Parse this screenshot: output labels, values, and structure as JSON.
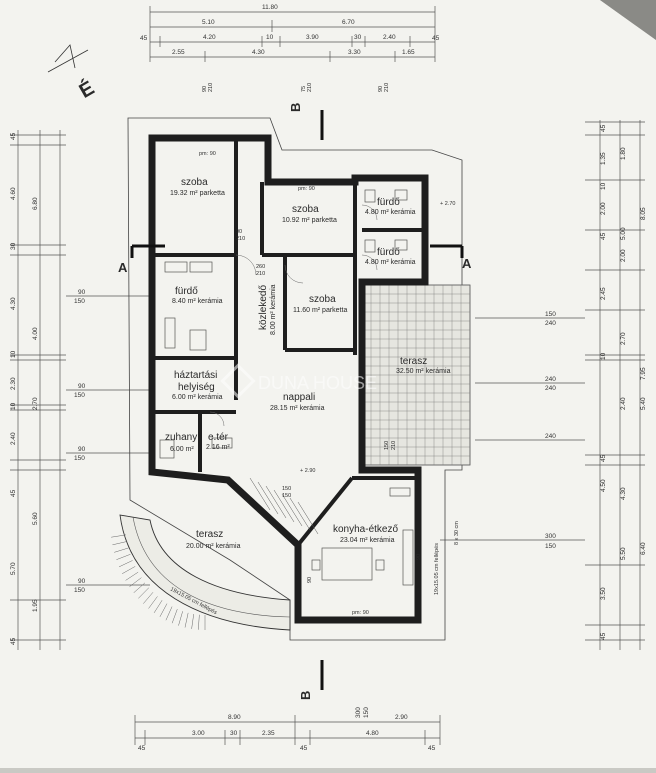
{
  "rooms": {
    "szoba1": {
      "name": "szoba",
      "area": "19.32 m² parketta",
      "pm": "pm: 90"
    },
    "szoba2": {
      "name": "szoba",
      "area": "10.92 m² parketta",
      "pm": "pm: 90"
    },
    "szoba3": {
      "name": "szoba",
      "area": "11.60 m² parketta"
    },
    "furdo1": {
      "name": "fürdő",
      "area": "4.80 m² kerámia"
    },
    "furdo2": {
      "name": "fürdő",
      "area": "4.80 m² kerámia"
    },
    "furdo3": {
      "name": "fürdő",
      "area": "8.40 m² kerámia"
    },
    "kozlekedo": {
      "name": "közlekedő",
      "area": "8.00 m² kerámia"
    },
    "haztartasi": {
      "name1": "háztartási",
      "name2": "helyiség",
      "area": "6.00 m² kerámia"
    },
    "nappali": {
      "name": "nappali",
      "area": "28.15 m² kerámia"
    },
    "terasz_right": {
      "name": "terasz",
      "area": "32.50 m² kerámia"
    },
    "zuhany": {
      "name": "zuhany",
      "area": "6.00 m²"
    },
    "eter": {
      "name": "e.tér",
      "area": "2.16 m²"
    },
    "konyha": {
      "name": "konyha-étkező",
      "area": "23.04 m² kerámia",
      "pm": "pm: 90"
    },
    "terasz_bottom": {
      "name": "terasz",
      "area": "20.00 m² kerámia"
    }
  },
  "labels": {
    "section_a_left": "A",
    "section_a_right": "A",
    "section_b_top": "B",
    "section_b_bottom": "B",
    "north": "É",
    "level1": "+ 2.70",
    "level2": "+ 2.90",
    "stairs1": "19x15.05 cm fellépés",
    "stairs2": "19x15.05 cm fellépés",
    "stairs3": "8 x 30 cm",
    "watermark": "DUNA HOUSE"
  },
  "dims_top": {
    "overall": "11.80",
    "row2": [
      "5.10",
      "6.70"
    ],
    "row3": [
      "45",
      "4.20",
      "10",
      "3.90",
      "30",
      "2.40",
      "45"
    ],
    "row4": [
      "2.55",
      "4.30",
      "3.30",
      "1.65"
    ]
  },
  "dims_bottom": {
    "row1": [
      "8.90",
      "300",
      "150",
      "2.90"
    ],
    "row2": [
      "45",
      "3.00",
      "30",
      "2.35",
      "45",
      "4.80",
      "45"
    ]
  },
  "dims_left": [
    "45",
    "4.60",
    "6.80",
    "30",
    "4.30",
    "4.00",
    "10",
    "2.30",
    "2.70",
    "10",
    "2.40",
    "45",
    "5.60",
    "5.70",
    "1.95",
    "45"
  ],
  "dims_right": [
    "45",
    "1.35",
    "1.80",
    "8.05",
    "10",
    "2.00",
    "5.00",
    "45",
    "2.00",
    "2.45",
    "2.70",
    "10",
    "7.95",
    "2.40",
    "5.40",
    "45",
    "4.50",
    "4.30",
    "5.50",
    "6.40",
    "3.50",
    "45"
  ],
  "openings_left": [
    [
      "90",
      "150"
    ],
    [
      "90",
      "150"
    ],
    [
      "90",
      "150"
    ],
    [
      "90",
      "150"
    ]
  ],
  "openings_right": [
    [
      "150",
      "240"
    ],
    [
      "240"
    ],
    [
      "240"
    ],
    [
      "240"
    ],
    [
      "300",
      "150"
    ]
  ],
  "small_marks": [
    "90",
    "210",
    "75",
    "210",
    "90",
    "210",
    "90",
    "210",
    "260",
    "210",
    "150",
    "150",
    "90",
    "90",
    "150",
    "210"
  ]
}
